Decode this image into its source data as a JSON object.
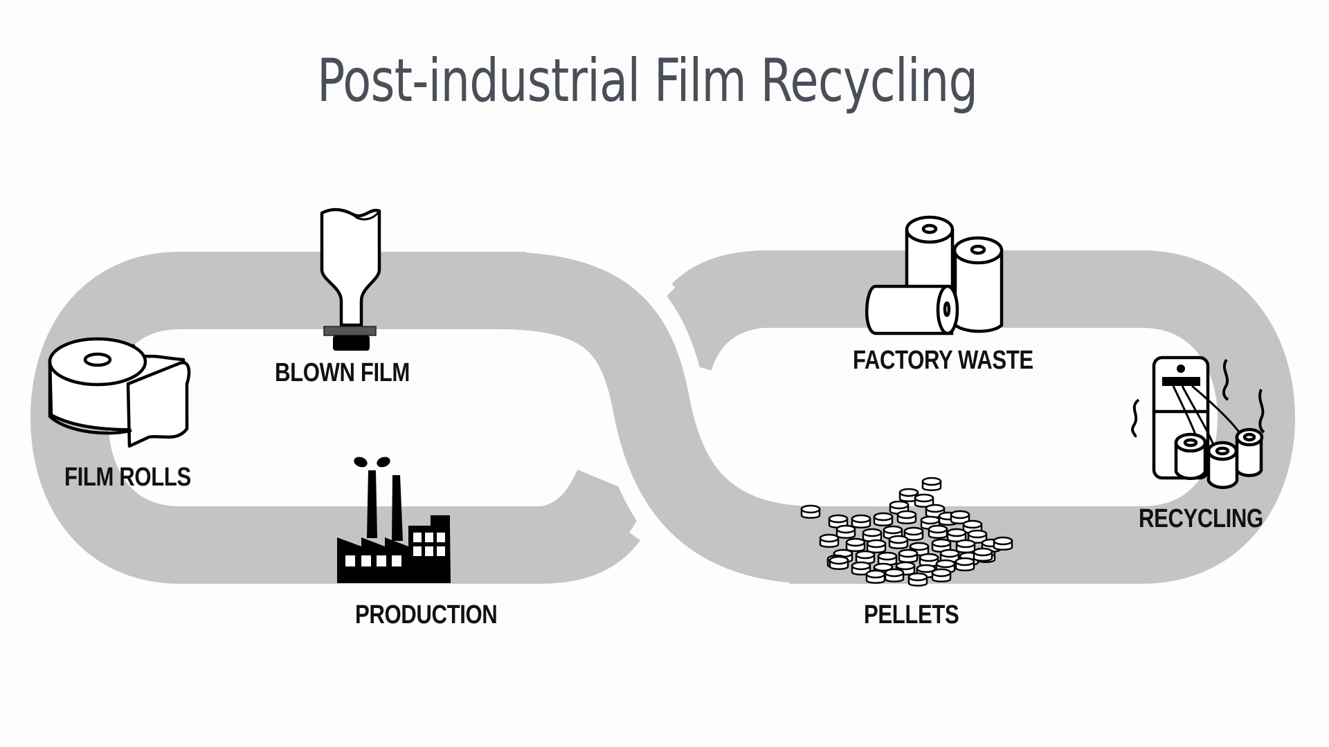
{
  "title": "Post-industrial Film Recycling",
  "colors": {
    "background": "#fdfdfd",
    "band": "#c4c4c4",
    "title": "#4a4f57",
    "label": "#111111",
    "icon_stroke": "#000000",
    "die_plate": "#555555"
  },
  "stages": [
    {
      "id": "film-rolls",
      "label": "FILM ROLLS",
      "icon": "film-roll-icon"
    },
    {
      "id": "blown-film",
      "label": "BLOWN FILM",
      "icon": "blown-film-bubble-icon"
    },
    {
      "id": "production",
      "label": "PRODUCTION",
      "icon": "factory-icon"
    },
    {
      "id": "pellets",
      "label": "PELLETS",
      "icon": "pellets-pile-icon"
    },
    {
      "id": "recycling",
      "label": "RECYCLING",
      "icon": "recycling-machine-icon"
    },
    {
      "id": "factory-waste",
      "label": "FACTORY WASTE",
      "icon": "waste-rolls-icon"
    }
  ],
  "flow": "infinity-loop"
}
